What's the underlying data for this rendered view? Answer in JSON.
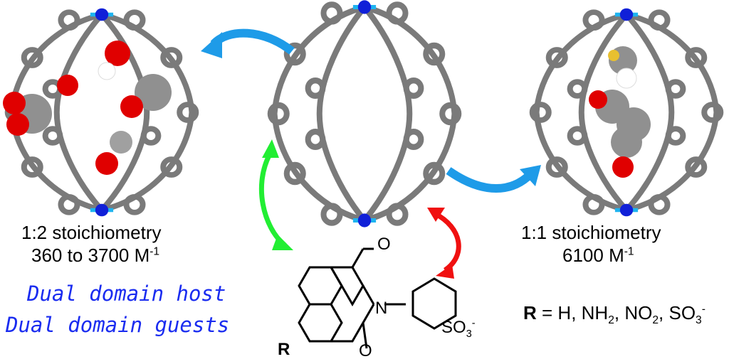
{
  "left": {
    "stoich": "1:2 stoichiometry",
    "range_main": "360 to 3700 M",
    "range_sup": "-1"
  },
  "right": {
    "stoich": "1:1 stoichiometry",
    "value_main": "6100 M",
    "value_sup": "-1"
  },
  "tagline": {
    "line1": "Dual domain host",
    "line2": "Dual domain guests"
  },
  "r_groups": {
    "r": "R",
    "eq": " = H, NH",
    "nh2_sub": "2",
    "sep": ", NO",
    "no2_sub": "2",
    "sep2": ", SO",
    "so3_sub": "3",
    "so3_sup": "-"
  },
  "structure": {
    "o_top": "O",
    "o_bottom": "O",
    "n": "N",
    "r": "R",
    "so3": "SO",
    "so3_sub": "3",
    "so3_sup": "-"
  },
  "colors": {
    "arrow_blue": "#1e9be8",
    "arrow_green": "#22ee33",
    "arrow_red": "#f01010",
    "tagline": "#1a2cf0",
    "frame": "#808080"
  }
}
